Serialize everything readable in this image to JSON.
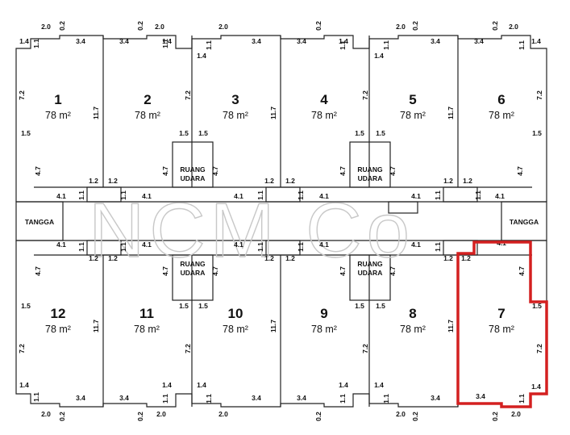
{
  "area_label": "78 m²",
  "watermark": "NCM Co",
  "highlight_color": "#d42020",
  "units": [
    {
      "id": "1",
      "highlighted": false
    },
    {
      "id": "2",
      "highlighted": false
    },
    {
      "id": "3",
      "highlighted": false
    },
    {
      "id": "4",
      "highlighted": false
    },
    {
      "id": "5",
      "highlighted": false
    },
    {
      "id": "6",
      "highlighted": false
    },
    {
      "id": "12",
      "highlighted": false
    },
    {
      "id": "11",
      "highlighted": false
    },
    {
      "id": "10",
      "highlighted": false
    },
    {
      "id": "9",
      "highlighted": false
    },
    {
      "id": "8",
      "highlighted": false
    },
    {
      "id": "7",
      "highlighted": true
    }
  ],
  "stairs": [
    "TANGGA",
    "TANGGA"
  ],
  "air_wells": [
    {
      "line1": "RUANG",
      "line2": "UDARA"
    },
    {
      "line1": "RUANG",
      "line2": "UDARA"
    },
    {
      "line1": "RUANG",
      "line2": "UDARA"
    },
    {
      "line1": "RUANG",
      "line2": "UDARA"
    }
  ],
  "dimensions": [
    "2.0",
    "0.2",
    "1.4",
    "1.1",
    "3.4",
    "7.2",
    "11.7",
    "1.5",
    "4.7",
    "4.1",
    "1.2"
  ]
}
